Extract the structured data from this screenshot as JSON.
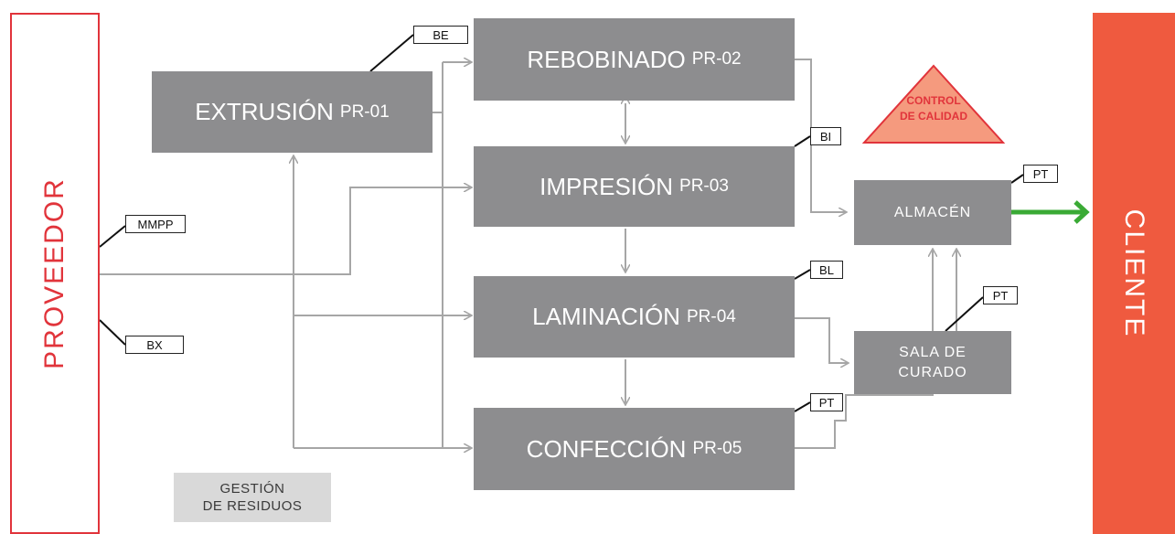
{
  "proveedor": {
    "label": "PROVEEDOR"
  },
  "cliente": {
    "label": "CLIENTE"
  },
  "processes": {
    "extrusion": {
      "name": "EXTRUSIÓN",
      "code": "PR-01"
    },
    "rebobinado": {
      "name": "REBOBINADO",
      "code": "PR-02"
    },
    "impresion": {
      "name": "IMPRESIÓN",
      "code": "PR-03"
    },
    "laminacion": {
      "name": "LAMINACIÓN",
      "code": "PR-04"
    },
    "confeccion": {
      "name": "CONFECCIÓN",
      "code": "PR-05"
    }
  },
  "almacen": {
    "label": "ALMACÉN"
  },
  "sala_curado": {
    "line1": "SALA DE",
    "line2": "CURADO"
  },
  "residuos": {
    "line1": "GESTIÓN",
    "line2": "DE RESIDUOS"
  },
  "control": {
    "line1": "CONTROL",
    "line2": "DE CALIDAD"
  },
  "tags": {
    "be": "BE",
    "mmpp": "MMPP",
    "bx": "BX",
    "bi": "BI",
    "bl": "BL",
    "pt_confeccion": "PT",
    "pt_almacen": "PT",
    "pt_curado": "PT"
  },
  "colors": {
    "proveedor": "#e1343b",
    "cliente": "#ef5a3f",
    "process": "#8d8d8f",
    "connector": "#a6a6a6",
    "arrow_to_cliente": "#3aaa35",
    "control_fill": "#f59a7e"
  }
}
